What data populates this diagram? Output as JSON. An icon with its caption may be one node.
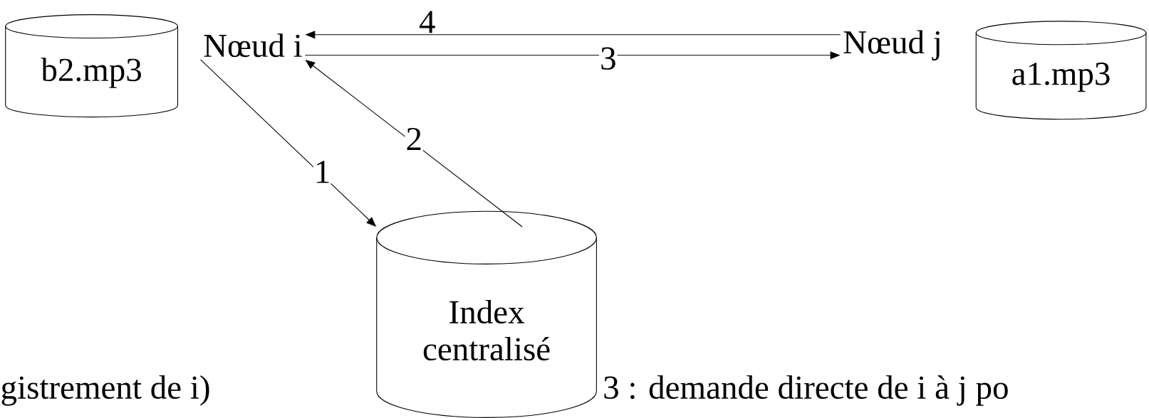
{
  "diagram": {
    "nodes": [
      {
        "text": [
          "b2.mp3"
        ]
      },
      {
        "text": [
          "Nœud i"
        ]
      },
      {
        "text": [
          "Nœud j"
        ]
      },
      {
        "text": [
          "a1.mp3"
        ]
      },
      {
        "text": [
          "Index centralisé"
        ]
      }
    ],
    "edges": [
      {
        "from": 2,
        "to": 1,
        "arrow": "to",
        "label": "4"
      },
      {
        "from": 1,
        "to": 2,
        "arrow": "to",
        "label": "3"
      },
      {
        "from": 1,
        "to": 4,
        "arrow": "to",
        "label": "1"
      },
      {
        "from": 4,
        "to": 1,
        "arrow": "to",
        "label": "2"
      }
    ],
    "labels": [
      "gistrement de i)",
      "3 : demande directe de i à j po"
    ]
  }
}
